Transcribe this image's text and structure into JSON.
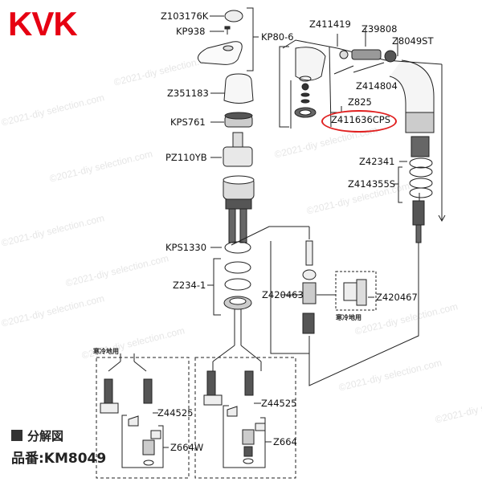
{
  "brand": {
    "logo_text": "KVK",
    "color": "#e60012"
  },
  "title": {
    "heading": "分解図",
    "model_label": "品番:KM8049"
  },
  "highlight": {
    "part": "Z411636CPS",
    "color": "#e02020"
  },
  "watermark": "©2021-diy selection.com",
  "parts": {
    "z103176k": "Z103176K",
    "kp938": "KP938",
    "kp80_6": "KP80-6",
    "z351183": "Z351183",
    "kps761": "KPS761",
    "pz110yb": "PZ110YB",
    "kps1330": "KPS1330",
    "z234_1": "Z234-1",
    "z420463": "Z420463",
    "z420467": "Z420467",
    "z411419": "Z411419",
    "z39808": "Z39808",
    "z8049st": "Z8049ST",
    "z414804": "Z414804",
    "z825": "Z825",
    "z411636cps": "Z411636CPS",
    "z42341": "Z42341",
    "z414355s": "Z414355S",
    "z44525_left": "Z44525",
    "z664w": "Z664W",
    "z44525_right": "Z44525",
    "z664": "Z664"
  },
  "notes": {
    "cold_region_1": "寒冷地用",
    "cold_region_2": "寒冷地用"
  }
}
